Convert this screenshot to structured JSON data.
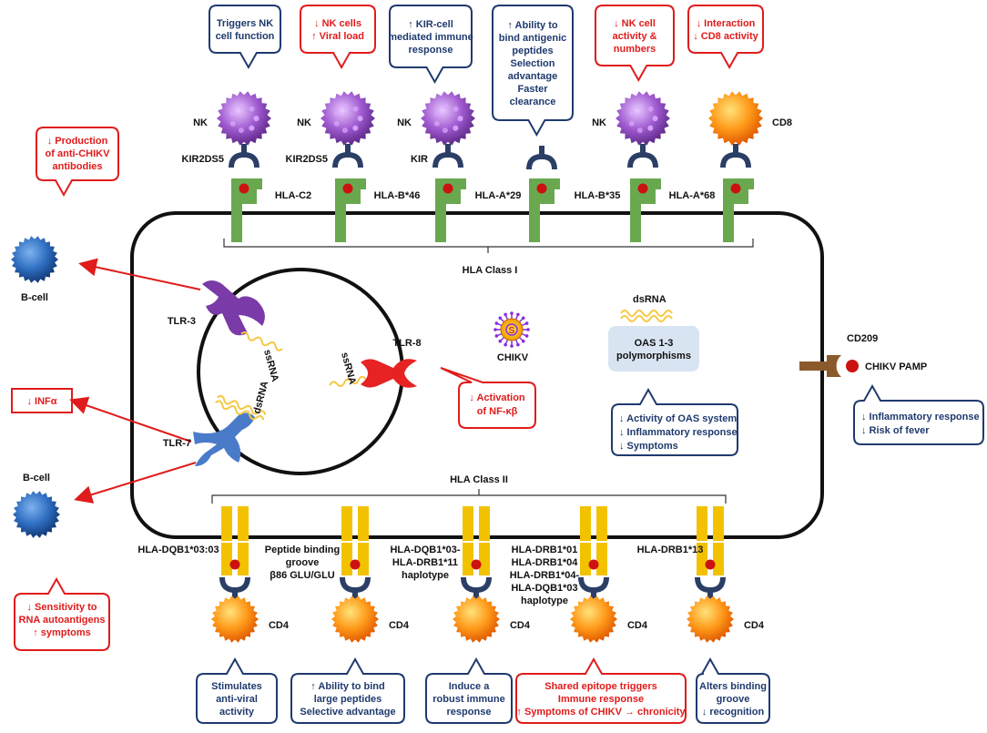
{
  "colors": {
    "blue_text": "#1f3a6e",
    "red_text": "#e01b1b",
    "hla_i": "#6aa84f",
    "hla_ii": "#f2c200",
    "nk": "#9b59c9",
    "cd_cell": "#f59a1f",
    "b_cell": "#2f6fc2",
    "tlr3": "#7a3aa8",
    "tlr7": "#4a7bc9",
    "tlr8": "#e62222",
    "cd209": "#8b5a2b",
    "receptor": "#2b3f66",
    "peptide": "#cc1111",
    "oas_box": "#d9e4f2"
  },
  "hla_class_i_label": "HLA Class I",
  "hla_class_ii_label": "HLA Class II",
  "top_callouts": [
    {
      "lines": [
        "Triggers NK",
        "cell function"
      ],
      "style": "blue"
    },
    {
      "lines": [
        "↓ NK cells",
        "↑ Viral load"
      ],
      "style": "red"
    },
    {
      "lines": [
        "↑ KIR-cell",
        "mediated immune",
        "response"
      ],
      "style": "blue"
    },
    {
      "lines": [
        "↑ Ability to",
        "bind antigenic",
        "peptides",
        "Selection",
        "advantage",
        "Faster",
        "clearance"
      ],
      "style": "blue"
    },
    {
      "lines": [
        "↓ NK cell",
        "activity &",
        "numbers"
      ],
      "style": "red"
    },
    {
      "lines": [
        "↓ Interaction",
        "↓ CD8 activity"
      ],
      "style": "red"
    }
  ],
  "top_cells": [
    {
      "cell": "NK",
      "receptor": "KIR2DS5"
    },
    {
      "cell": "NK",
      "receptor": "KIR2DS5"
    },
    {
      "cell": "NK",
      "receptor": "KIR"
    },
    {
      "cell": "",
      "receptor": ""
    },
    {
      "cell": "NK",
      "receptor": ""
    },
    {
      "cell": "CD8",
      "receptor": ""
    }
  ],
  "hla_i_alleles": [
    "HLA-C2",
    "HLA-B*46",
    "HLA-A*29",
    "HLA-B*35",
    "HLA-A*68"
  ],
  "bottom_alleles": [
    {
      "lines": [
        "HLA-DQB1*03:03"
      ]
    },
    {
      "lines": [
        "Peptide binding",
        "groove",
        "β86  GLU/GLU"
      ]
    },
    {
      "lines": [
        "HLA-DQB1*03-",
        "HLA-DRB1*11",
        "haplotype"
      ]
    },
    {
      "lines": [
        "HLA-DRB1*01",
        "HLA-DRB1*04",
        "HLA-DRB1*04-",
        "HLA-DQB1*03",
        "haplotype"
      ]
    },
    {
      "lines": [
        "HLA-DRB1*13"
      ]
    }
  ],
  "cd4_label": "CD4",
  "bottom_callouts": [
    {
      "lines": [
        "Stimulates",
        "anti-viral",
        "activity"
      ],
      "style": "blue"
    },
    {
      "lines": [
        "↑ Ability to bind",
        "large peptides",
        "Selective advantage"
      ],
      "style": "blue"
    },
    {
      "lines": [
        "Induce a",
        "robust immune",
        "response"
      ],
      "style": "blue"
    },
    {
      "lines": [
        "Shared epitope triggers",
        "Immune response",
        "↑ Symptoms of CHIKV → chronicity"
      ],
      "style": "red"
    },
    {
      "lines": [
        "Alters binding",
        "groove",
        "↓ recognition"
      ],
      "style": "blue"
    }
  ],
  "left": {
    "bcell_top_label": "B-cell",
    "bcell_bottom_label": "B-cell",
    "antibody_callout": [
      "↓ Production",
      "of  anti-CHIKV",
      "antibodies"
    ],
    "inf_callout": [
      "↓ INFα"
    ],
    "autoantigen_callout": [
      "↓ Sensitivity to",
      "RNA autoantigens",
      "↑ symptoms"
    ]
  },
  "nucleus": {
    "tlr3": "TLR-3",
    "tlr7": "TLR-7",
    "tlr8": "TLR-8",
    "ssrna_a": "ssRNA",
    "ssrna_b": "ssRNA",
    "dsrna": "dsRNA"
  },
  "tlr8_callout": [
    "↓ Activation",
    "of  NF-κβ"
  ],
  "chikv_label": "CHIKV",
  "oas": {
    "dsrna": "dsRNA",
    "box": [
      "OAS 1-3",
      "polymorphisms"
    ],
    "callout": [
      "↓ Activity of OAS system",
      "↓ Inflammatory response",
      "↓ Symptoms"
    ]
  },
  "cd209": {
    "label": "CD209",
    "pamp": "CHIKV PAMP",
    "callout": [
      "↓ Inflammatory response",
      "↓ Risk of fever"
    ]
  }
}
